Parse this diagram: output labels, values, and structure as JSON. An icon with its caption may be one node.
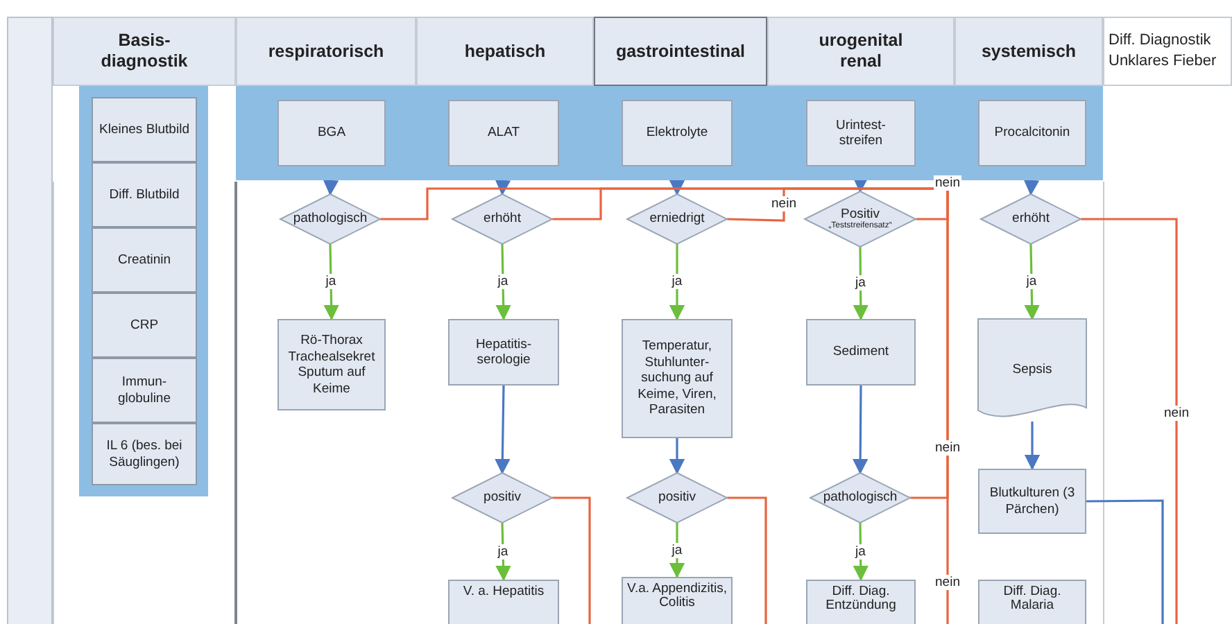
{
  "diagram": {
    "nodes": [
      {
        "text": [
          "Basis- diagnostik"
        ]
      },
      {
        "text": [
          "respiratorisch"
        ]
      },
      {
        "text": [
          "hepatisch"
        ]
      },
      {
        "text": [
          "gastrointestinal"
        ]
      },
      {
        "text": [
          "urogenital renal"
        ]
      },
      {
        "text": [
          "systemisch"
        ]
      },
      {
        "text": [
          "Diff. Diagnostik Unklares Fieber"
        ]
      },
      {
        "text": [],
        "shape": "box"
      },
      {
        "text": [
          "Kleines Blutbild"
        ],
        "in": 7
      },
      {
        "text": [
          "Diff. Blutbild"
        ],
        "in": 7
      },
      {
        "text": [
          "Creatinin"
        ],
        "in": 7
      },
      {
        "text": [
          "CRP"
        ],
        "in": 7
      },
      {
        "text": [
          "Immun- globuline"
        ],
        "in": 7
      },
      {
        "text": [
          "IL 6 (bes. bei Säuglingen)"
        ],
        "in": 7
      },
      {
        "text": [],
        "shape": "box"
      },
      {
        "text": [
          "BGA"
        ],
        "in": 14
      },
      {
        "text": [
          "ALAT"
        ],
        "in": 14
      },
      {
        "text": [
          "Elektrolyte"
        ],
        "in": 14
      },
      {
        "text": [
          "Urintest- streifen"
        ],
        "in": 14
      },
      {
        "text": [
          "Procalcitonin"
        ],
        "in": 14
      },
      {
        "text": [
          "pathologisch"
        ]
      },
      {
        "text": [
          "erhöht"
        ]
      },
      {
        "text": [
          "erniedrigt"
        ]
      },
      {
        "text": [
          "Positiv",
          "„Teststreifensatz“"
        ]
      },
      {
        "text": [
          "erhöht"
        ]
      },
      {
        "text": [
          "Rö-Thorax Trachealsekret Sputum auf Keime"
        ]
      },
      {
        "text": [
          "Hepatitis- serologie"
        ]
      },
      {
        "text": [
          "Temperatur, Stuhlunter- suchung auf Keime, Viren, Parasiten"
        ]
      },
      {
        "text": [
          "Sediment"
        ]
      },
      {
        "text": [
          "Sepsis"
        ]
      },
      {
        "text": [
          "positiv"
        ]
      },
      {
        "text": [
          "positiv"
        ]
      },
      {
        "text": [
          "pathologisch"
        ]
      },
      {
        "text": [
          "Blutkulturen (3 Pärchen)"
        ]
      },
      {
        "text": [
          "V. a. Hepatitis"
        ]
      },
      {
        "text": [
          "V.a. Appendizitis, Colitis"
        ]
      },
      {
        "text": [
          "Diff. Diag. Entzündung"
        ]
      },
      {
        "text": [
          "Diff. Diag. Malaria"
        ]
      }
    ],
    "edges": [
      {
        "from": 15,
        "to": 20,
        "arrow": "to"
      },
      {
        "from": 16,
        "to": 21,
        "arrow": "to"
      },
      {
        "from": 17,
        "to": 22,
        "arrow": "to"
      },
      {
        "from": 18,
        "to": 23,
        "arrow": "to"
      },
      {
        "from": 19,
        "to": 24,
        "arrow": "to"
      },
      {
        "from": 26,
        "to": 30,
        "arrow": "to"
      },
      {
        "from": 27,
        "to": 31,
        "arrow": "to"
      },
      {
        "from": 28,
        "to": 32,
        "arrow": "to"
      },
      {
        "from": 29,
        "to": 33,
        "arrow": "to"
      },
      {
        "from": 20,
        "to": 25,
        "arrow": "to",
        "label": "ja",
        "color": "#6bbf3a"
      },
      {
        "from": 21,
        "to": 26,
        "arrow": "to",
        "label": "ja",
        "color": "#6bbf3a"
      },
      {
        "from": 22,
        "to": 27,
        "arrow": "to",
        "label": "ja",
        "color": "#6bbf3a"
      },
      {
        "from": 23,
        "to": 28,
        "arrow": "to",
        "label": "ja",
        "color": "#6bbf3a"
      },
      {
        "from": 24,
        "to": 29,
        "arrow": "to",
        "label": "ja",
        "color": "#6bbf3a"
      },
      {
        "from": 30,
        "to": 34,
        "arrow": "to",
        "label": "ja",
        "color": "#6bbf3a"
      },
      {
        "from": 31,
        "to": 35,
        "arrow": "to",
        "label": "ja",
        "color": "#6bbf3a"
      },
      {
        "from": 32,
        "to": 36,
        "arrow": "to",
        "label": "ja",
        "color": "#6bbf3a"
      },
      {
        "from": 20,
        "to": 19,
        "arrow": "to",
        "color": "#e8643f"
      },
      {
        "from": 21,
        "to": 19,
        "arrow": "to",
        "color": "#e8643f"
      },
      {
        "from": 22,
        "to": 19,
        "arrow": "to",
        "label": "nein",
        "color": "#e8643f"
      },
      {
        "from": 23,
        "to": 19,
        "arrow": "to",
        "label": "nein",
        "color": "#e8643f"
      },
      {
        "from": 32,
        "to": 19,
        "arrow": "to",
        "label": "nein",
        "color": "#e8643f"
      },
      {
        "from": null,
        "to": 19,
        "arrow": "to",
        "label": "nein",
        "color": "#e8643f"
      },
      {
        "from": 30,
        "to": null,
        "arrow": "none",
        "color": "#e8643f"
      },
      {
        "from": 31,
        "to": null,
        "arrow": "none",
        "color": "#e8643f"
      },
      {
        "from": 24,
        "to": null,
        "arrow": "none",
        "label": "nein",
        "color": "#e8643f"
      },
      {
        "from": 33,
        "to": null,
        "arrow": "none"
      }
    ]
  }
}
